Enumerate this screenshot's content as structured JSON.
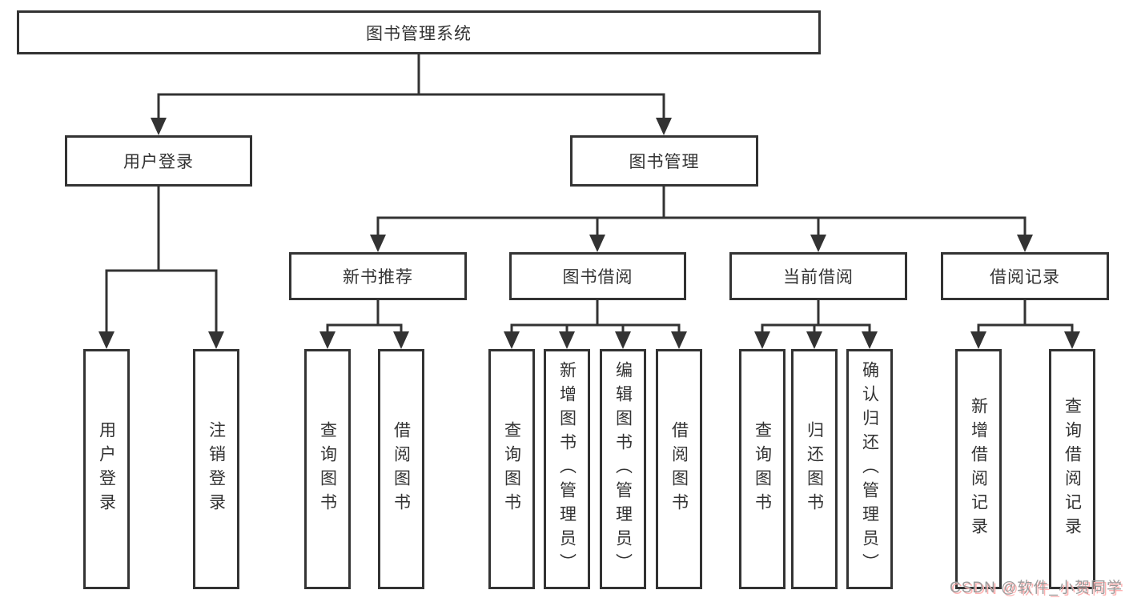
{
  "tree": {
    "root": {
      "label": "图书管理系统"
    },
    "branches": [
      {
        "id": "user-login",
        "label": "用户登录",
        "children": [
          "用户登录",
          "注销登录"
        ]
      },
      {
        "id": "book-management",
        "label": "图书管理",
        "sections": [
          {
            "id": "new-book-recommend",
            "label": "新书推荐",
            "children": [
              "查询图书",
              "借阅图书"
            ]
          },
          {
            "id": "book-borrowing",
            "label": "图书借阅",
            "children": [
              "查询图书",
              "新增图书（管理员）",
              "编辑图书（管理员）",
              "借阅图书"
            ]
          },
          {
            "id": "current-borrowing",
            "label": "当前借阅",
            "children": [
              "查询图书",
              "归还图书",
              "确认归还（管理员）"
            ]
          },
          {
            "id": "borrowing-records",
            "label": "借阅记录",
            "children": [
              "新增借阅记录",
              "查询借阅记录"
            ]
          }
        ]
      }
    ]
  },
  "watermark": {
    "text": "CSDN @软件_小贺同学"
  },
  "colors": {
    "line": "#333333",
    "box_border": "#333333",
    "text": "#333333",
    "background": "#ffffff",
    "watermark_text": "#9b9b9b",
    "watermark_shadow": "#ffb3b3"
  }
}
